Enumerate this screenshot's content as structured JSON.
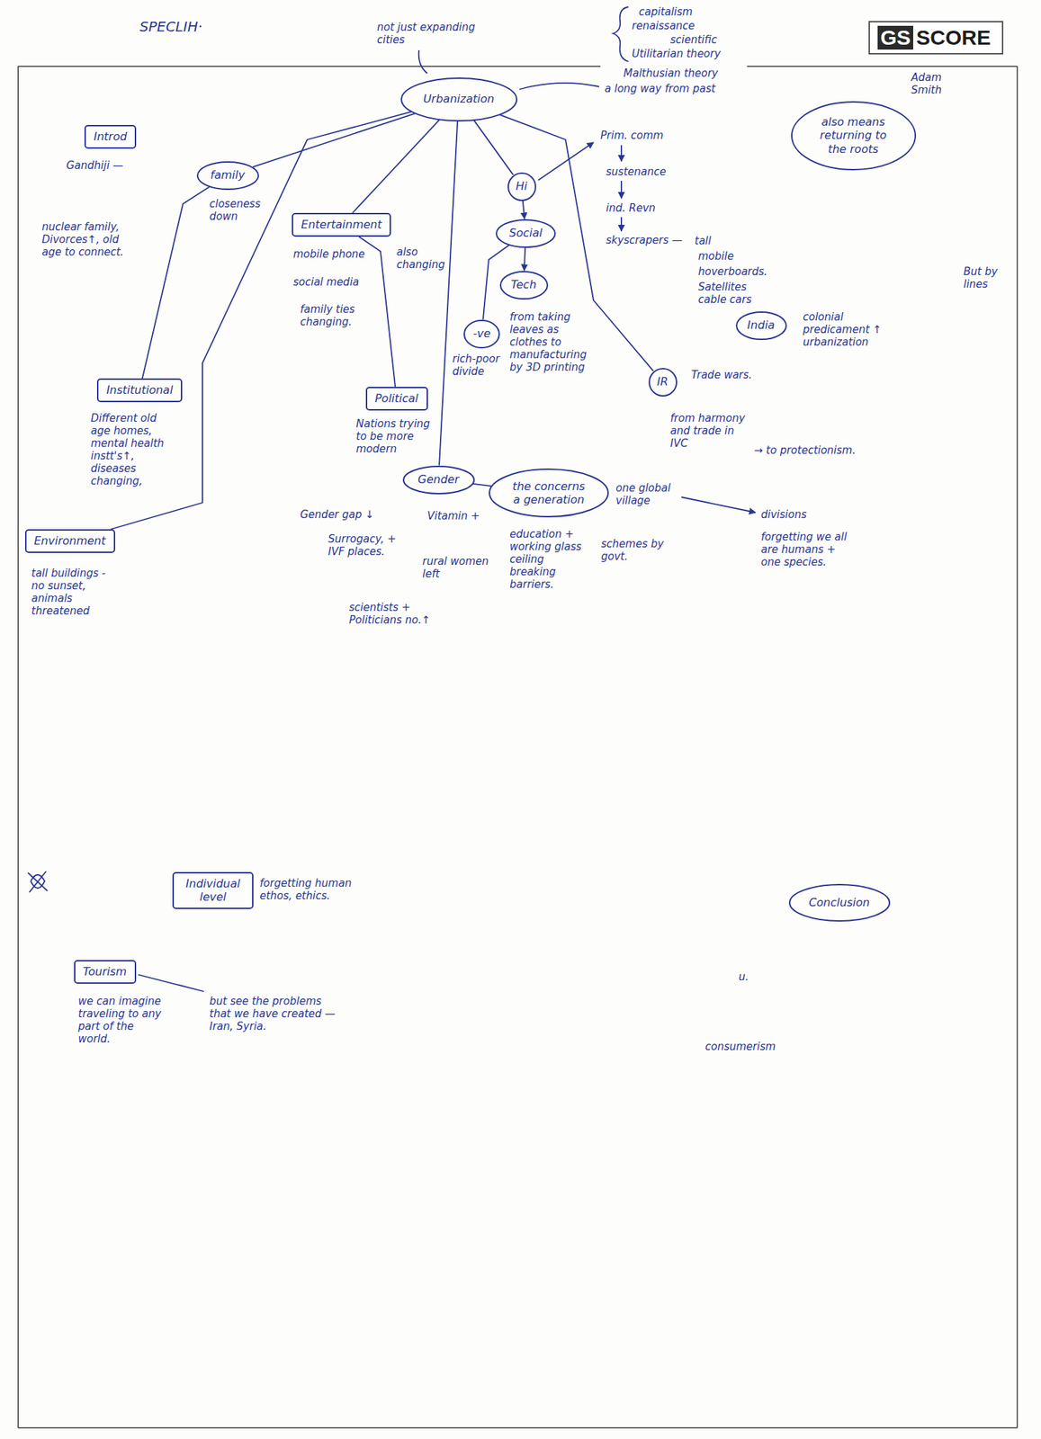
{
  "diagram": {
    "nodes": [
      {
        "text": [
          "GS",
          "SCORE"
        ]
      },
      {
        "text": [
          "Introd"
        ]
      },
      {
        "text": [
          "Urbanization"
        ]
      },
      {
        "text": [
          "also means returning to the roots"
        ]
      },
      {
        "text": [
          "family"
        ]
      },
      {
        "text": [
          "Hi"
        ]
      },
      {
        "text": [
          "Entertainment"
        ]
      },
      {
        "text": [
          "Social"
        ]
      },
      {
        "text": [
          "Tech"
        ]
      },
      {
        "text": [
          "-ve"
        ]
      },
      {
        "text": [
          "India"
        ]
      },
      {
        "text": [
          "Institutional"
        ]
      },
      {
        "text": [
          "Political"
        ]
      },
      {
        "text": [
          "IR"
        ]
      },
      {
        "text": [
          "Environment"
        ]
      },
      {
        "text": [
          "Gender"
        ]
      },
      {
        "text": [
          "the concerns a generation"
        ]
      },
      {
        "text": [
          "Individual level"
        ]
      },
      {
        "text": [
          "Tourism"
        ]
      },
      {
        "text": [
          "Conclusion"
        ]
      }
    ],
    "edges": [
      {
        "from": 2,
        "to": 4,
        "arrow": "none"
      },
      {
        "from": 2,
        "to": 5,
        "arrow": "none"
      },
      {
        "from": 2,
        "to": 6,
        "arrow": "none"
      },
      {
        "from": 2,
        "to": 15,
        "arrow": "none"
      },
      {
        "from": 2,
        "to": 13,
        "arrow": "none"
      },
      {
        "from": 2,
        "to": 14,
        "arrow": "none"
      },
      {
        "from": 4,
        "to": 11,
        "arrow": "none"
      },
      {
        "from": 5,
        "to": 7,
        "arrow": "to"
      },
      {
        "from": 7,
        "to": 8,
        "arrow": "to"
      },
      {
        "from": 7,
        "to": 9,
        "arrow": "none"
      },
      {
        "from": 6,
        "to": 12,
        "arrow": "none"
      },
      {
        "from": 15,
        "to": 16,
        "arrow": "none"
      }
    ],
    "labels": [
      "SPECLIH·",
      "capitalism",
      "renaissance",
      "scientific",
      "Utilitarian theory",
      "Malthusian theory",
      "a long way from past",
      "Adam Smith",
      "not just expanding cities",
      "Gandhiji —",
      "closeness down",
      "nuclear family, Divorces↑, old age to connect.",
      "mobile phone",
      "social media",
      "family ties changing.",
      "also changing",
      "Prim. comm",
      "sustenance",
      "ind. Revn",
      "skyscrapers —",
      "tall",
      "mobile",
      "hoverboards.",
      "Satellites cable cars",
      "But by lines",
      "colonial predicament ↑ urbanization",
      "from taking leaves as clothes to manufacturing by 3D printing",
      "rich-poor divide",
      "Different old age homes, mental health instt's↑, diseases changing,",
      "Nations trying to be more modern",
      "Trade wars.",
      "from harmony and trade in IVC",
      "→ to protectionism.",
      "one global village",
      "divisions",
      "forgetting we all are humans + one species.",
      "Gender gap ↓",
      "Surrogacy, + IVF places.",
      "Vitamin +",
      "rural women left",
      "scientists + Politicians no.↑",
      "education + working glass ceiling breaking barriers.",
      "schemes by govt.",
      "tall buildings - no sunset, animals threatened",
      "forgetting human ethos, ethics.",
      "we can imagine traveling to any part of the world.",
      "but see the problems that we have created — Iran, Syria.",
      "u.",
      "consumerism"
    ]
  }
}
